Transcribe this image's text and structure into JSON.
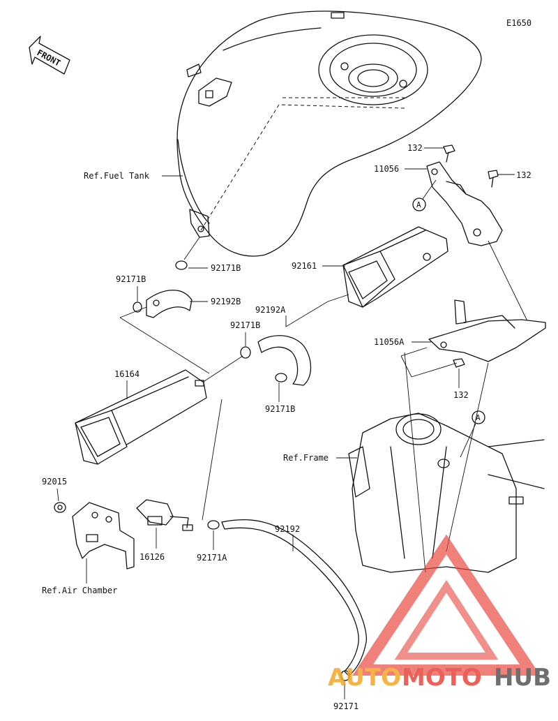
{
  "diagram_code": "E1650",
  "front_label": "FRONT",
  "refs": {
    "fuel_tank": "Ref.Fuel Tank",
    "frame": "Ref.Frame",
    "air_chamber": "Ref.Air Chamber"
  },
  "callouts": {
    "p132_a": "132",
    "p132_b": "132",
    "p132_c": "132",
    "p11056": "11056",
    "p11056A": "11056A",
    "p92161": "92161",
    "p92171B_top": "92171B",
    "p92171B_left": "92171B",
    "p92171B_mid": "92171B",
    "p92171B_low": "92171B",
    "p92192B": "92192B",
    "p92192A": "92192A",
    "p16164": "16164",
    "p92015": "92015",
    "p16126": "16126",
    "p92171A": "92171A",
    "p92192": "92192",
    "p92171": "92171"
  },
  "markers": {
    "a_top": "A",
    "a_frame": "A"
  },
  "watermark": {
    "part1": "AUTO",
    "part2": "MOTO",
    "part3": "HUB",
    "color_orange": "#f5a623",
    "color_red": "#e8453c",
    "color_gray": "#555555"
  }
}
